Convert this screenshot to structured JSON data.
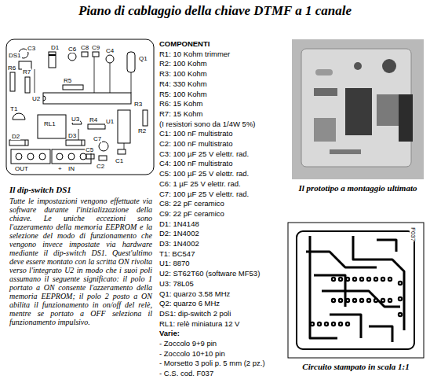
{
  "diagram": {
    "title": "Piano di cablaggio della chiave DTMF a 1 canale",
    "labels": [
      "C3",
      "DS1",
      "D1",
      "C6",
      "C8",
      "C9",
      "C4",
      "R6",
      "R7",
      "R5",
      "Q1",
      "U2",
      "T1",
      "RL1",
      "U3",
      "R4",
      "U1",
      "R3",
      "R2",
      "D2",
      "D3",
      "C7",
      "C5",
      "C2",
      "C1",
      "OUT",
      "+",
      "IN",
      "F037",
      "Il prototipo a montaggio ultimato",
      "Il dip-switch DS1",
      "Tutte le impostazioni vengono effettuate via software durante l'inizializzazione della chiave. Le uniche eccezioni sono l'azzeramento della memoria EEPROM e la selezione del modo di funzionamento che vengono invece impostate via hardware mediante il dip-switch DS1. Quest'ultimo deve essere montato con la scritta ON rivolta verso l'integrato U2 in modo che i suoi poli assumano il seguente significato: il polo 1 portato a ON consente l'azzeramento della memoria EEPROM; il polo 2 posto a ON abilita il funzionamento in on/off del relè, mentre se portato a OFF seleziona il funzionamento impulsivo.",
      "COMPONENTI",
      "R1: 10 Kohm trimmer",
      "R2: 100 Kohm",
      "R3: 100 Kohm",
      "R4: 330 Kohm",
      "R5: 100 Kohm",
      "R6: 15 Kohm",
      "R7: 15 Kohm",
      "(I resistori sono da 1/4W 5%)",
      "C1: 100 nF multistrato",
      "C2: 100 nF multistrato",
      "C3: 100 µF 25 V elettr. rad.",
      "C4: 100 nF multistrato",
      "C5: 100 µF 25 V elettr. rad.",
      "C6: 1 µF 25 V elettr. rad.",
      "C7: 100 µF 25 V elettr. rad.",
      "C8: 22 pF ceramico",
      "C9: 22 pF ceramico",
      "D1: 1N4148",
      "D2: 1N4002",
      "D3: 1N4002",
      "T1: BC547",
      "U1: 8870",
      "U2: ST62T60 (software MF53)",
      "U3: 78L05",
      "Q1: quarzo 3.58 MHz",
      "Q2: quarzo 6 MHz",
      "DS1: dip-switch 2 poli",
      "RL1: relè miniatura 12 V",
      "Varie:",
      "- Zoccolo 9+9 pin",
      "- Zoccolo 10+10 pin",
      "- Morsetto 3 poli p. 5 mm (2 pz.)",
      "- C.S. cod. F037",
      "Circuito stampato in scala 1:1"
    ]
  }
}
